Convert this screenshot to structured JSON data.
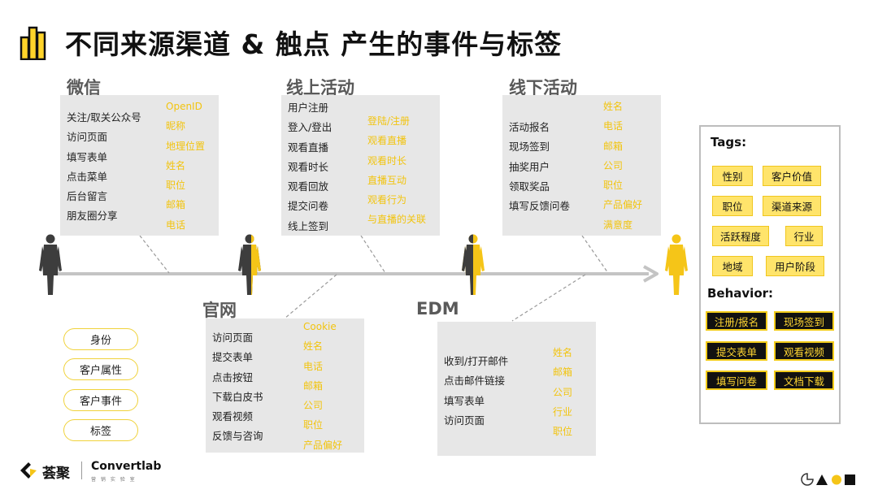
{
  "title": "不同来源渠道 & 触点 产生的事件与标签",
  "sections": {
    "wechat": {
      "title": "微信",
      "events": [
        "关注/取关公众号",
        "访问页面",
        "填写表单",
        "点击菜单",
        "后台留言",
        "朋友圈分享"
      ],
      "attributes": [
        "OpenID",
        "昵称",
        "地理位置",
        "姓名",
        "职位",
        "邮箱",
        "电话"
      ]
    },
    "online": {
      "title": "线上活动",
      "events": [
        "用户注册",
        "登入/登出",
        "观看直播",
        "观看时长",
        "观看回放",
        "提交问卷",
        "线上签到"
      ],
      "attributes": [
        "登陆/注册",
        "观看直播",
        "观看时长",
        "直播互动",
        "观看行为",
        "与直播的关联"
      ]
    },
    "offline": {
      "title": "线下活动",
      "events": [
        "活动报名",
        "现场签到",
        "抽奖用户",
        "领取奖品",
        "填写反馈问卷"
      ],
      "attributes": [
        "姓名",
        "电话",
        "邮箱",
        "公司",
        "职位",
        "产品偏好",
        "满意度"
      ]
    },
    "website": {
      "title": "官网",
      "events": [
        "访问页面",
        "提交表单",
        "点击按钮",
        "下载白皮书",
        "观看视频",
        "反馈与咨询"
      ],
      "attributes": [
        "Cookie",
        "姓名",
        "电话",
        "邮箱",
        "公司",
        "职位",
        "产品偏好"
      ]
    },
    "edm": {
      "title": "EDM",
      "events": [
        "收到/打开邮件",
        "点击邮件链接",
        "填写表单",
        "访问页面"
      ],
      "attributes": [
        "姓名",
        "邮箱",
        "公司",
        "行业",
        "职位"
      ]
    }
  },
  "legend": [
    "身份",
    "客户属性",
    "客户事件",
    "标签"
  ],
  "panel": {
    "tags_heading": "Tags:",
    "tags": [
      "性别",
      "客户价值",
      "职位",
      "渠道来源",
      "活跃程度",
      "行业",
      "地域",
      "用户阶段"
    ],
    "behavior_heading": "Behavior:",
    "behaviors": [
      "注册/报名",
      "现场签到",
      "提交表单",
      "观看视频",
      "填写问卷",
      "文档下载"
    ]
  },
  "footer": {
    "brand_cn": "荟聚",
    "brand_en": "Convertlab",
    "brand_en_sub": "营 销 实 验 室"
  },
  "colors": {
    "accent_yellow": "#f5c518",
    "box_grey": "#e7e7e7",
    "figure_grey": "#3d3d3d",
    "line_grey": "#c4c4c4"
  }
}
